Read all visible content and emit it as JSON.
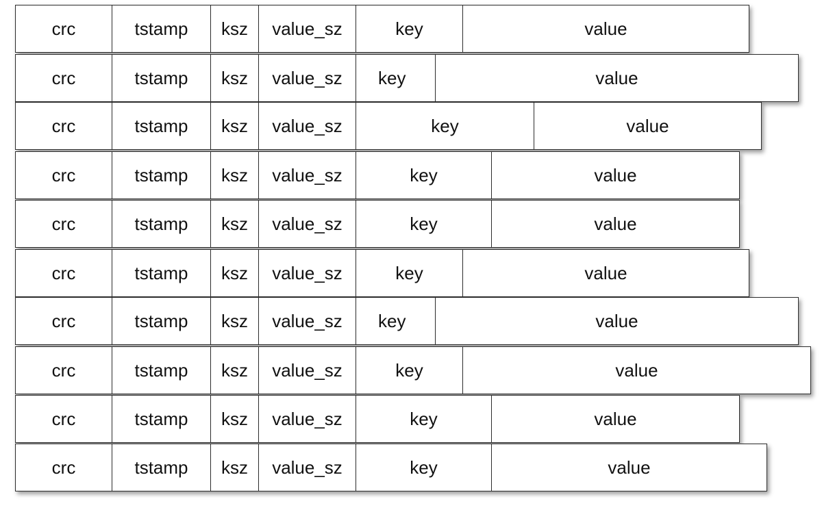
{
  "fields": {
    "crc": "crc",
    "tstamp": "tstamp",
    "ksz": "ksz",
    "value_sz": "value_sz",
    "key": "key",
    "value": "value"
  },
  "records": [
    {
      "key": "key",
      "value": "value"
    },
    {
      "key": "key",
      "value": "value"
    },
    {
      "key": "key",
      "value": "value"
    },
    {
      "key": "key",
      "value": "value"
    },
    {
      "key": "key",
      "value": "value"
    },
    {
      "key": "key",
      "value": "value"
    },
    {
      "key": "key",
      "value": "value"
    },
    {
      "key": "key",
      "value": "value"
    },
    {
      "key": "key",
      "value": "value"
    },
    {
      "key": "key",
      "value": "value"
    }
  ]
}
